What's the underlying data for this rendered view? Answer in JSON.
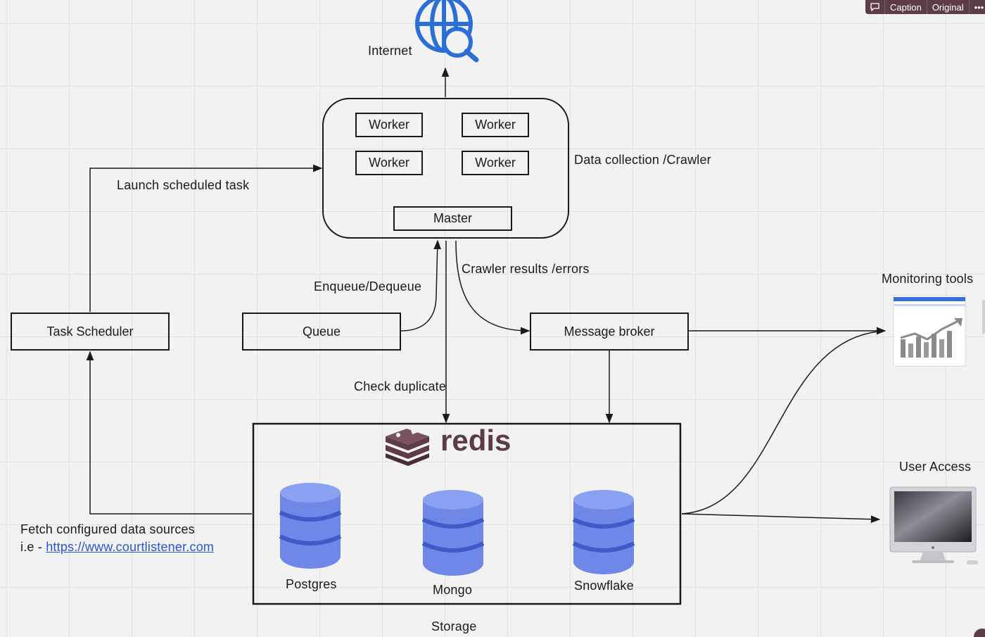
{
  "toolbar": {
    "comment_icon": "speech-bubble-icon",
    "caption_label": "Caption",
    "original_label": "Original",
    "more_icon": "ellipsis-icon"
  },
  "diagram": {
    "internet_label": "Internet",
    "crawler_label": "Data collection /Crawler",
    "workers": [
      "Worker",
      "Worker",
      "Worker",
      "Worker"
    ],
    "master_label": "Master",
    "launch_label": "Launch scheduled task",
    "task_scheduler_label": "Task Scheduler",
    "queue_label": "Queue",
    "enqueue_label": "Enqueue/Dequeue",
    "crawler_results_label": "Crawler results /errors",
    "message_broker_label": "Message broker",
    "check_duplicate_label": "Check duplicate",
    "monitoring_label": "Monitoring tools",
    "user_access_label": "User Access",
    "fetch_line1": "Fetch configured data  sources",
    "fetch_prefix": "i.e - ",
    "fetch_link": "https://www.courtlistener.com",
    "redis_label": "redis",
    "databases": [
      "Postgres",
      "Mongo",
      "Snowflake"
    ],
    "storage_label": "Storage"
  },
  "colors": {
    "globe": "#2b6fd6",
    "database": "#6f88e8",
    "database_band": "#3e5bc9",
    "redis": "#5e3b46",
    "link": "#2a55d8"
  }
}
